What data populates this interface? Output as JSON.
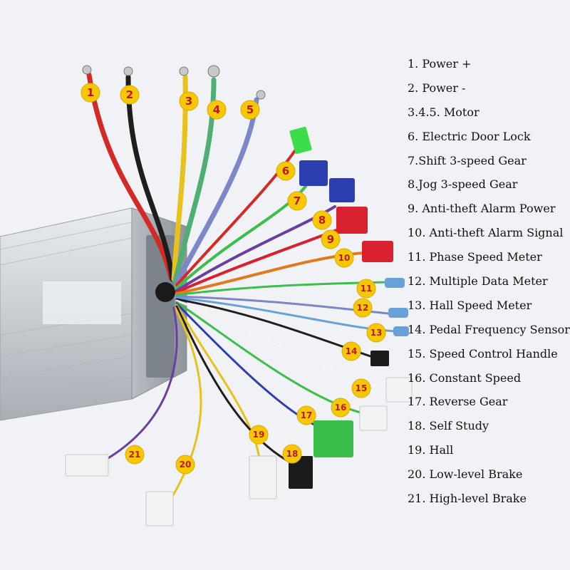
{
  "legend": [
    {
      "number": "1",
      "label": "1. Power +"
    },
    {
      "number": "2",
      "label": "2. Power -"
    },
    {
      "number": "3",
      "label": "3.4.5. Motor"
    },
    {
      "number": "6",
      "label": "6. Electric Door Lock"
    },
    {
      "number": "7",
      "label": "7.Shift 3-speed Gear"
    },
    {
      "number": "8",
      "label": "8.Jog 3-speed Gear"
    },
    {
      "number": "9",
      "label": "9. Anti-theft Alarm Power"
    },
    {
      "number": "10",
      "label": "10. Anti-theft Alarm Signal"
    },
    {
      "number": "11",
      "label": "11. Phase Speed Meter"
    },
    {
      "number": "12",
      "label": "12. Multiple Data Meter"
    },
    {
      "number": "13",
      "label": "13. Hall Speed Meter"
    },
    {
      "number": "14",
      "label": "14. Pedal Frequency Sensor"
    },
    {
      "number": "15",
      "label": "15. Speed Control Handle"
    },
    {
      "number": "16",
      "label": "16. Constant Speed"
    },
    {
      "number": "17",
      "label": "17. Reverse Gear"
    },
    {
      "number": "18",
      "label": "18. Self Study"
    },
    {
      "number": "19",
      "label": "19. Hall"
    },
    {
      "number": "20",
      "label": "20. Low-level Brake"
    },
    {
      "number": "21",
      "label": "21. High-level Brake"
    }
  ],
  "badges": [
    "1",
    "2",
    "3",
    "4",
    "5",
    "6",
    "7",
    "8",
    "9",
    "10",
    "11",
    "12",
    "13",
    "14",
    "15",
    "16",
    "17",
    "18",
    "19",
    "20",
    "21"
  ],
  "colors": {
    "badge_fill": "#f5c800",
    "badge_text": "#c0171f",
    "red": "#d42a25",
    "black": "#1e1e1e",
    "yellow": "#e8c21a",
    "green": "#4fae74",
    "blue": "#7c86c8",
    "white": "#f4f4f4",
    "orange": "#e07a1f",
    "purple": "#6b3fa0",
    "connector_blue": "#2d3fb0",
    "connector_red": "#d8202e",
    "connector_green": "#3cbf4a"
  }
}
